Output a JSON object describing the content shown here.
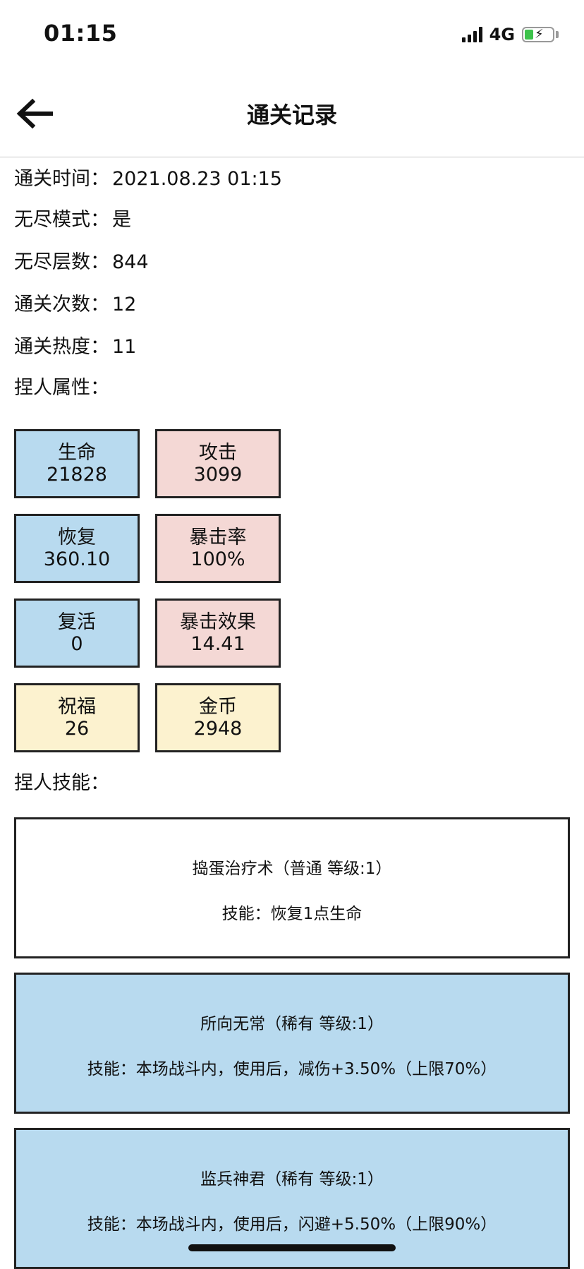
{
  "status_bar": {
    "time": "01:15",
    "network": "4G"
  },
  "nav": {
    "title": "通关记录"
  },
  "info": [
    {
      "label": "通关时间：",
      "value": "2021.08.23 01:15"
    },
    {
      "label": "无尽模式：",
      "value": "是"
    },
    {
      "label": "无尽层数：",
      "value": "844"
    },
    {
      "label": "通关次数：",
      "value": "12"
    },
    {
      "label": "通关热度：",
      "value": "11"
    },
    {
      "label": "捏人属性：",
      "value": ""
    }
  ],
  "stats": [
    {
      "name": "生命",
      "value": "21828",
      "color": "#b8daef"
    },
    {
      "name": "攻击",
      "value": "3099",
      "color": "#f4d8d5"
    },
    {
      "name": "恢复",
      "value": "360.10",
      "color": "#b8daef"
    },
    {
      "name": "暴击率",
      "value": "100%",
      "color": "#f4d8d5"
    },
    {
      "name": "复活",
      "value": "0",
      "color": "#b8daef"
    },
    {
      "name": "暴击效果",
      "value": "14.41",
      "color": "#f4d8d5"
    },
    {
      "name": "祝福",
      "value": "26",
      "color": "#fcf2cf"
    },
    {
      "name": "金币",
      "value": "2948",
      "color": "#fcf2cf"
    }
  ],
  "skills_label": "捏人技能：",
  "skills": [
    {
      "name": "捣蛋治疗术（普通 等级:1）",
      "desc": "技能：恢复1点生命",
      "color": "#ffffff"
    },
    {
      "name": "所向无常（稀有 等级:1）",
      "desc": "技能：本场战斗内，使用后，减伤+3.50%（上限70%）",
      "color": "#b8daef"
    },
    {
      "name": "监兵神君（稀有 等级:1）",
      "desc": "技能：本场战斗内，使用后，闪避+5.50%（上限90%）",
      "color": "#b8daef"
    }
  ]
}
